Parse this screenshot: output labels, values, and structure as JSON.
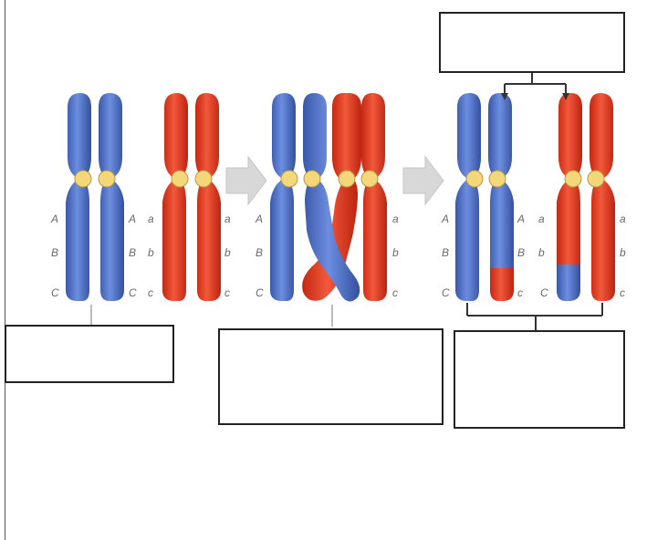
{
  "diagram": {
    "loci": {
      "blue_left": [
        "A",
        "B",
        "C"
      ],
      "blue_right": [
        "A",
        "B",
        "C"
      ],
      "red_left": [
        "a",
        "b",
        "c"
      ],
      "red_right": [
        "a",
        "b",
        "c"
      ]
    },
    "stages": [
      "homologous-pair",
      "crossing-over",
      "recombinant-chromosomes"
    ],
    "label_boxes": {
      "top_right": "",
      "bottom_left": "",
      "bottom_middle": "",
      "bottom_right": ""
    },
    "colors": {
      "maternal": "#4a6cc4",
      "paternal": "#e03a22",
      "centromere": "#f3d77a",
      "arrow": "#d6d6d6",
      "connector": "#333333"
    }
  }
}
